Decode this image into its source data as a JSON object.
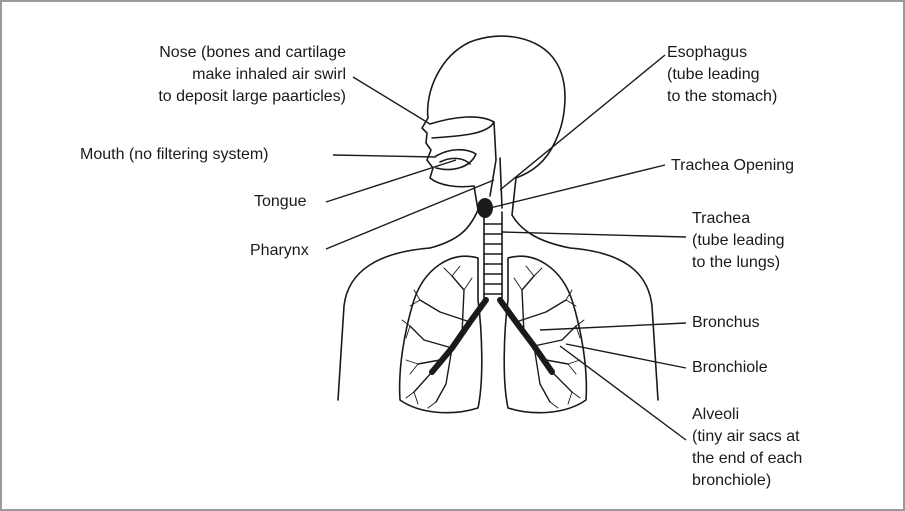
{
  "labels": {
    "nose": [
      "Nose (bones and cartilage",
      "make inhaled air swirl",
      "to deposit large paarticles)"
    ],
    "mouth": "Mouth (no filtering system)",
    "tongue": "Tongue",
    "pharynx": "Pharynx",
    "esophagus": [
      "Esophagus",
      "(tube leading",
      "to the stomach)"
    ],
    "trachea_opening": "Trachea Opening",
    "trachea": [
      "Trachea",
      "(tube leading",
      "to the lungs)"
    ],
    "bronchus": "Bronchus",
    "bronchiole": "Bronchiole",
    "alveoli": [
      "Alveoli",
      "(tiny air sacs at",
      "the end of each",
      "bronchiole)"
    ]
  },
  "colors": {
    "line": "#1a1a1a",
    "frame": "#9a9a9a"
  }
}
